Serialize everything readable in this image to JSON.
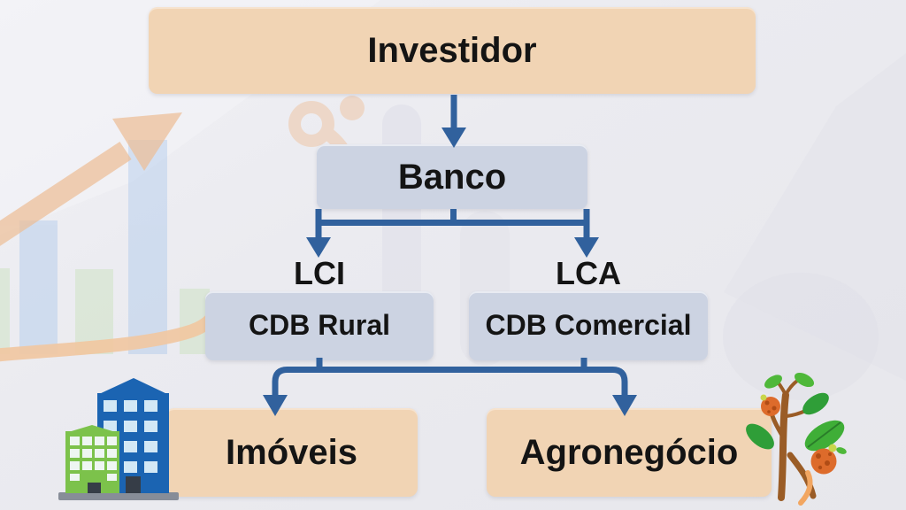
{
  "flowchart": {
    "nodes": {
      "investidor": {
        "label": "Investidor"
      },
      "banco": {
        "label": "Banco"
      },
      "lci": {
        "heading": "LCI",
        "label": "CDB Rural"
      },
      "lca": {
        "heading": "LCA",
        "label": "CDB Comercial"
      },
      "imoveis": {
        "label": "Imóveis"
      },
      "agronegocio": {
        "label": "Agronegócio"
      }
    },
    "edges": [
      {
        "from": "investidor",
        "to": "banco"
      },
      {
        "from": "banco",
        "to": "lci"
      },
      {
        "from": "banco",
        "to": "lca"
      },
      {
        "from": "lci",
        "to": "imoveis"
      },
      {
        "from": "lca",
        "to": "agronegocio"
      }
    ],
    "colors": {
      "peach_box": "#f1d4b4",
      "lavender_box": "#ccd3e2",
      "arrow_blue": "#31619d",
      "text": "#141414",
      "background": "#ebebf0",
      "decor_orange": "#edbd95",
      "decor_bar_blue": "#b9cfec",
      "decor_bar_green": "#cfe3c6",
      "building_blue": "#1b64b2",
      "building_green": "#7cc24b",
      "plant_green": "#3fae37",
      "fruit_orange": "#dd6b2b"
    },
    "icons": [
      {
        "name": "buildings-icon"
      },
      {
        "name": "plant-icon"
      },
      {
        "name": "growth-chart-decoration"
      }
    ]
  }
}
